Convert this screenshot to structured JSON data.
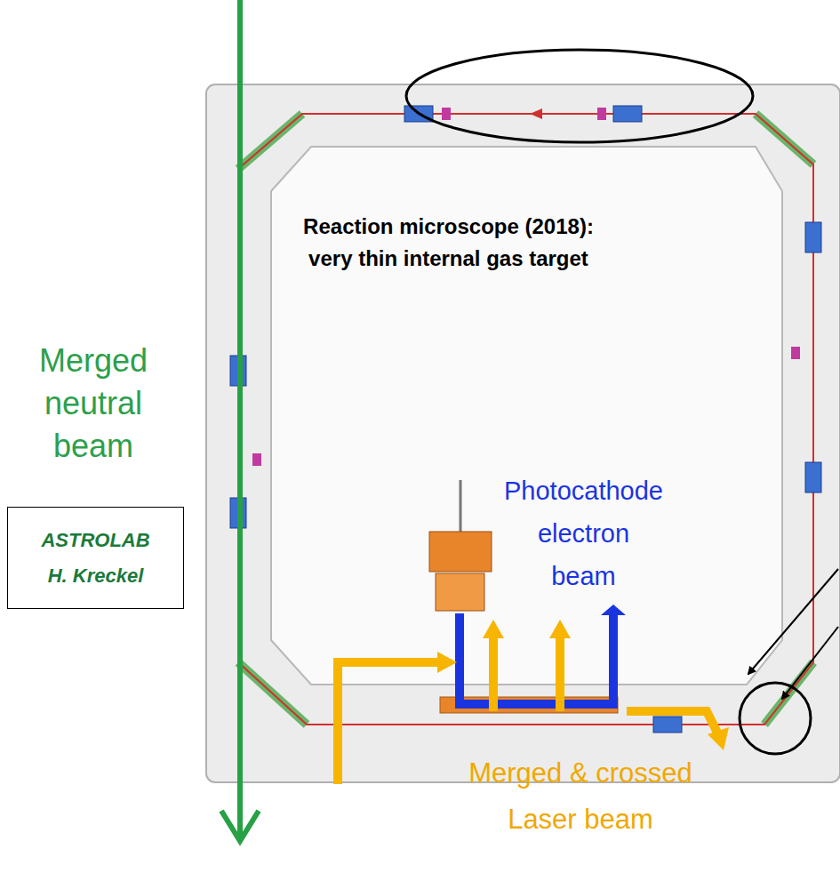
{
  "diagram": {
    "nodes": [
      {
        "text": [
          "ASTROLAB H. Kreckel"
        ]
      }
    ],
    "labels": [
      "Reaction microscope (2018): very thin internal gas target",
      "Merged neutral beam",
      "Photocathode electron beam",
      "Merged & crossed Laser beam"
    ]
  }
}
